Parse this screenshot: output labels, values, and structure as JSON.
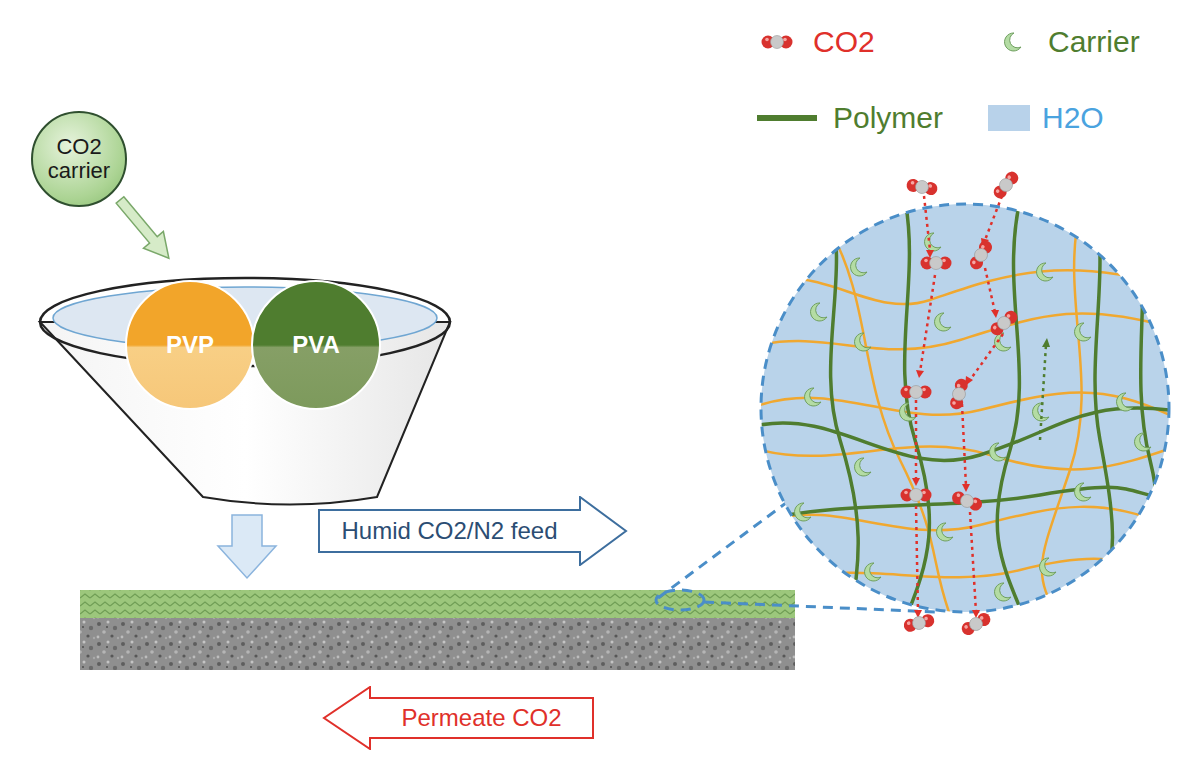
{
  "diagram": {
    "nodes": [
      {
        "text": [
          "CO2 carrier"
        ]
      },
      {
        "text": [
          "PVP"
        ]
      },
      {
        "text": [
          "PVA"
        ]
      },
      {
        "text": [
          "Humid CO2/N2 feed"
        ]
      },
      {
        "text": [
          "Permeate CO2"
        ]
      }
    ],
    "legend": [
      {
        "text": "CO2"
      },
      {
        "text": "Carrier"
      },
      {
        "text": "Polymer"
      },
      {
        "text": "H2O",
        "color": "#b8d2ea"
      }
    ]
  }
}
